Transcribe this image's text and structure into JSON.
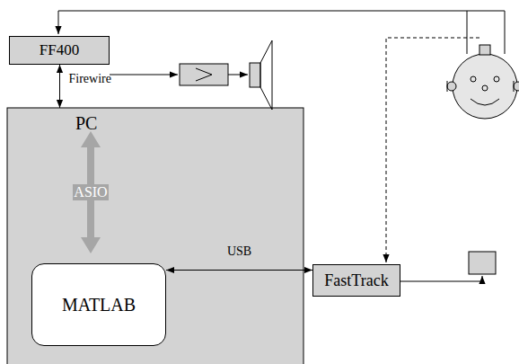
{
  "diagram": {
    "nodes": [
      {
        "text": [
          "FF400"
        ]
      },
      {
        "text": [
          "PC"
        ]
      },
      {
        "text": [
          "MATLAB"
        ],
        "in": 1
      },
      {
        "text": [
          "FastTrack"
        ]
      }
    ],
    "edges": [
      {
        "from": 0,
        "to": 1,
        "arrow": "both",
        "label": "Firewire"
      },
      {
        "from": 2,
        "to": 3,
        "arrow": "both",
        "label": "USB"
      }
    ],
    "labels": [
      "ASIO"
    ]
  }
}
